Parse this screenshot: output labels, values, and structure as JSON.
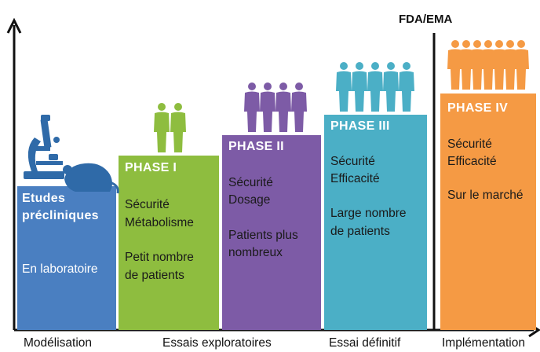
{
  "top_label": "FDA/EMA",
  "colors": {
    "preclinical": "#4a7fc1",
    "phase1": "#8ebd3f",
    "phase2": "#7d5ba6",
    "phase3": "#4bafc6",
    "phase4": "#f59a44",
    "axis": "#111111"
  },
  "icons": [
    "microscope-icon",
    "rat-icon",
    "human-silhouette-icon"
  ],
  "stages": [
    {
      "title_lines": [
        "Etudes",
        "précliniques"
      ],
      "lines": [
        "",
        "En laboratoire"
      ],
      "people": 0
    },
    {
      "title": "PHASE I",
      "lines": [
        "Sécurité",
        "Métabolisme",
        "",
        "Petit nombre",
        "de patients"
      ],
      "people": 2
    },
    {
      "title": "PHASE II",
      "lines": [
        "Sécurité",
        "Dosage",
        "",
        "Patients plus",
        "nombreux"
      ],
      "people": 4
    },
    {
      "title": "PHASE III",
      "lines": [
        "Sécurité",
        "Efficacité",
        "",
        "Large nombre",
        "de patients"
      ],
      "people": 5
    },
    {
      "title": "PHASE IV",
      "lines": [
        "Sécurité",
        "Efficacité",
        "",
        "Sur le marché"
      ],
      "people": 7
    }
  ],
  "bottom_labels": [
    "Modélisation",
    "Essais exploratoires",
    "Essai définitif",
    "Implémentation"
  ]
}
